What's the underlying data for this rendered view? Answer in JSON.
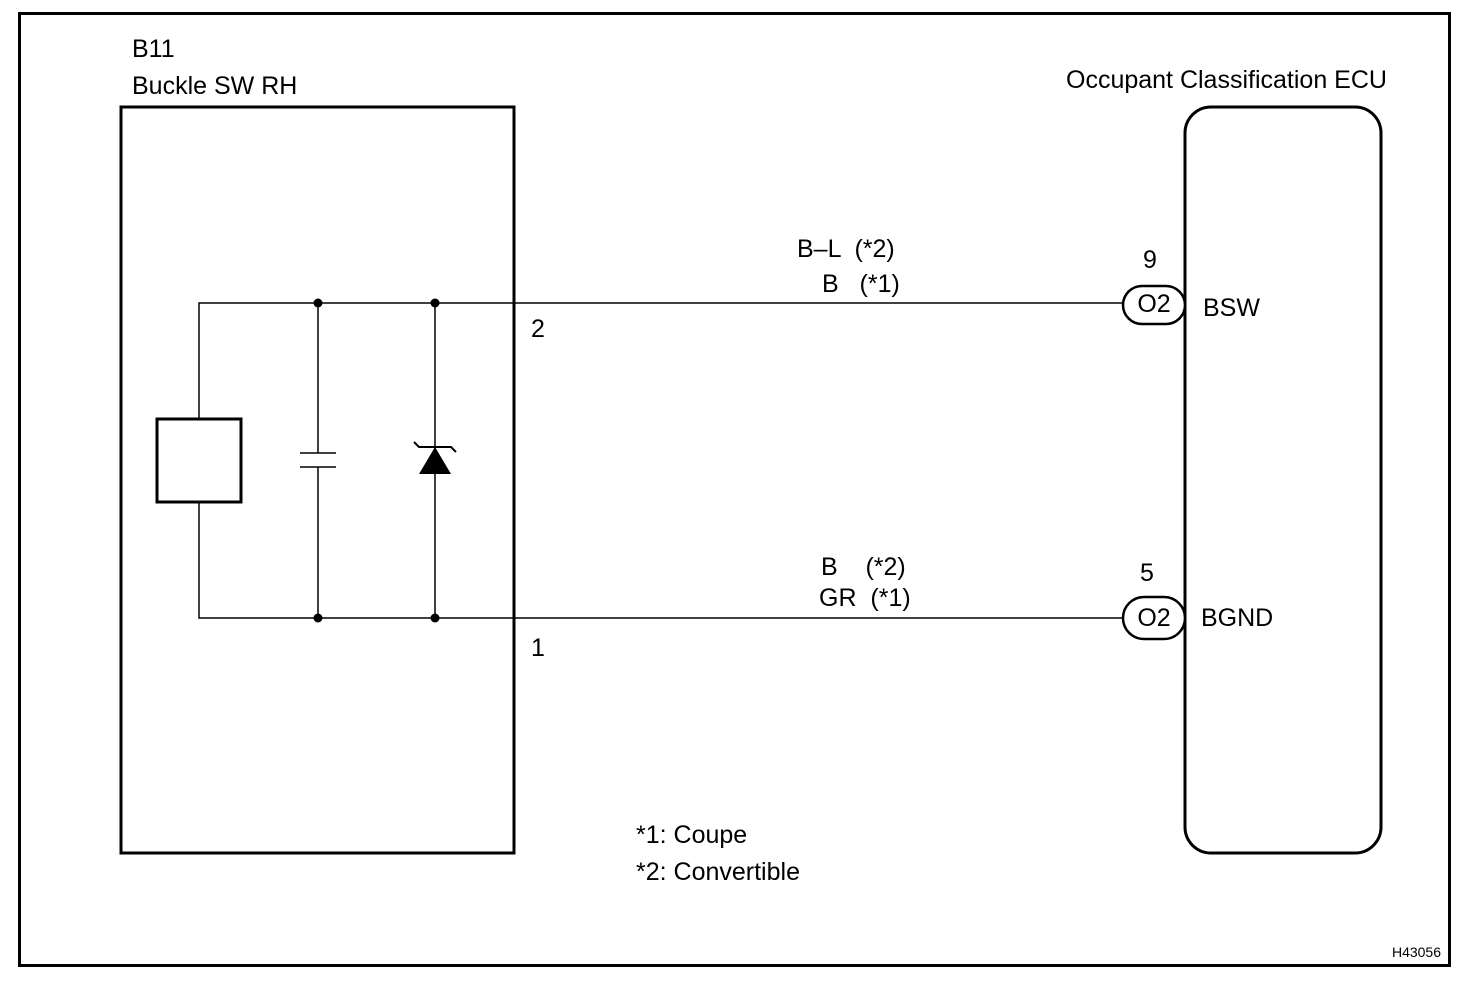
{
  "component_left": {
    "code": "B11",
    "name": "Buckle SW RH",
    "pins": [
      "2",
      "1"
    ]
  },
  "component_right": {
    "name": "Occupant Classification ECU",
    "terminals": [
      {
        "pin": "9",
        "connector": "O2",
        "signal": "BSW"
      },
      {
        "pin": "5",
        "connector": "O2",
        "signal": "BGND"
      }
    ]
  },
  "wires": [
    {
      "color_line_1": "B–L  (*2)",
      "color_line_2": "B   (*1)"
    },
    {
      "color_line_1": "B    (*2)",
      "color_line_2": "GR  (*1)"
    }
  ],
  "notes": [
    "*1: Coupe",
    "*2: Convertible"
  ],
  "figure_id": "H43056"
}
